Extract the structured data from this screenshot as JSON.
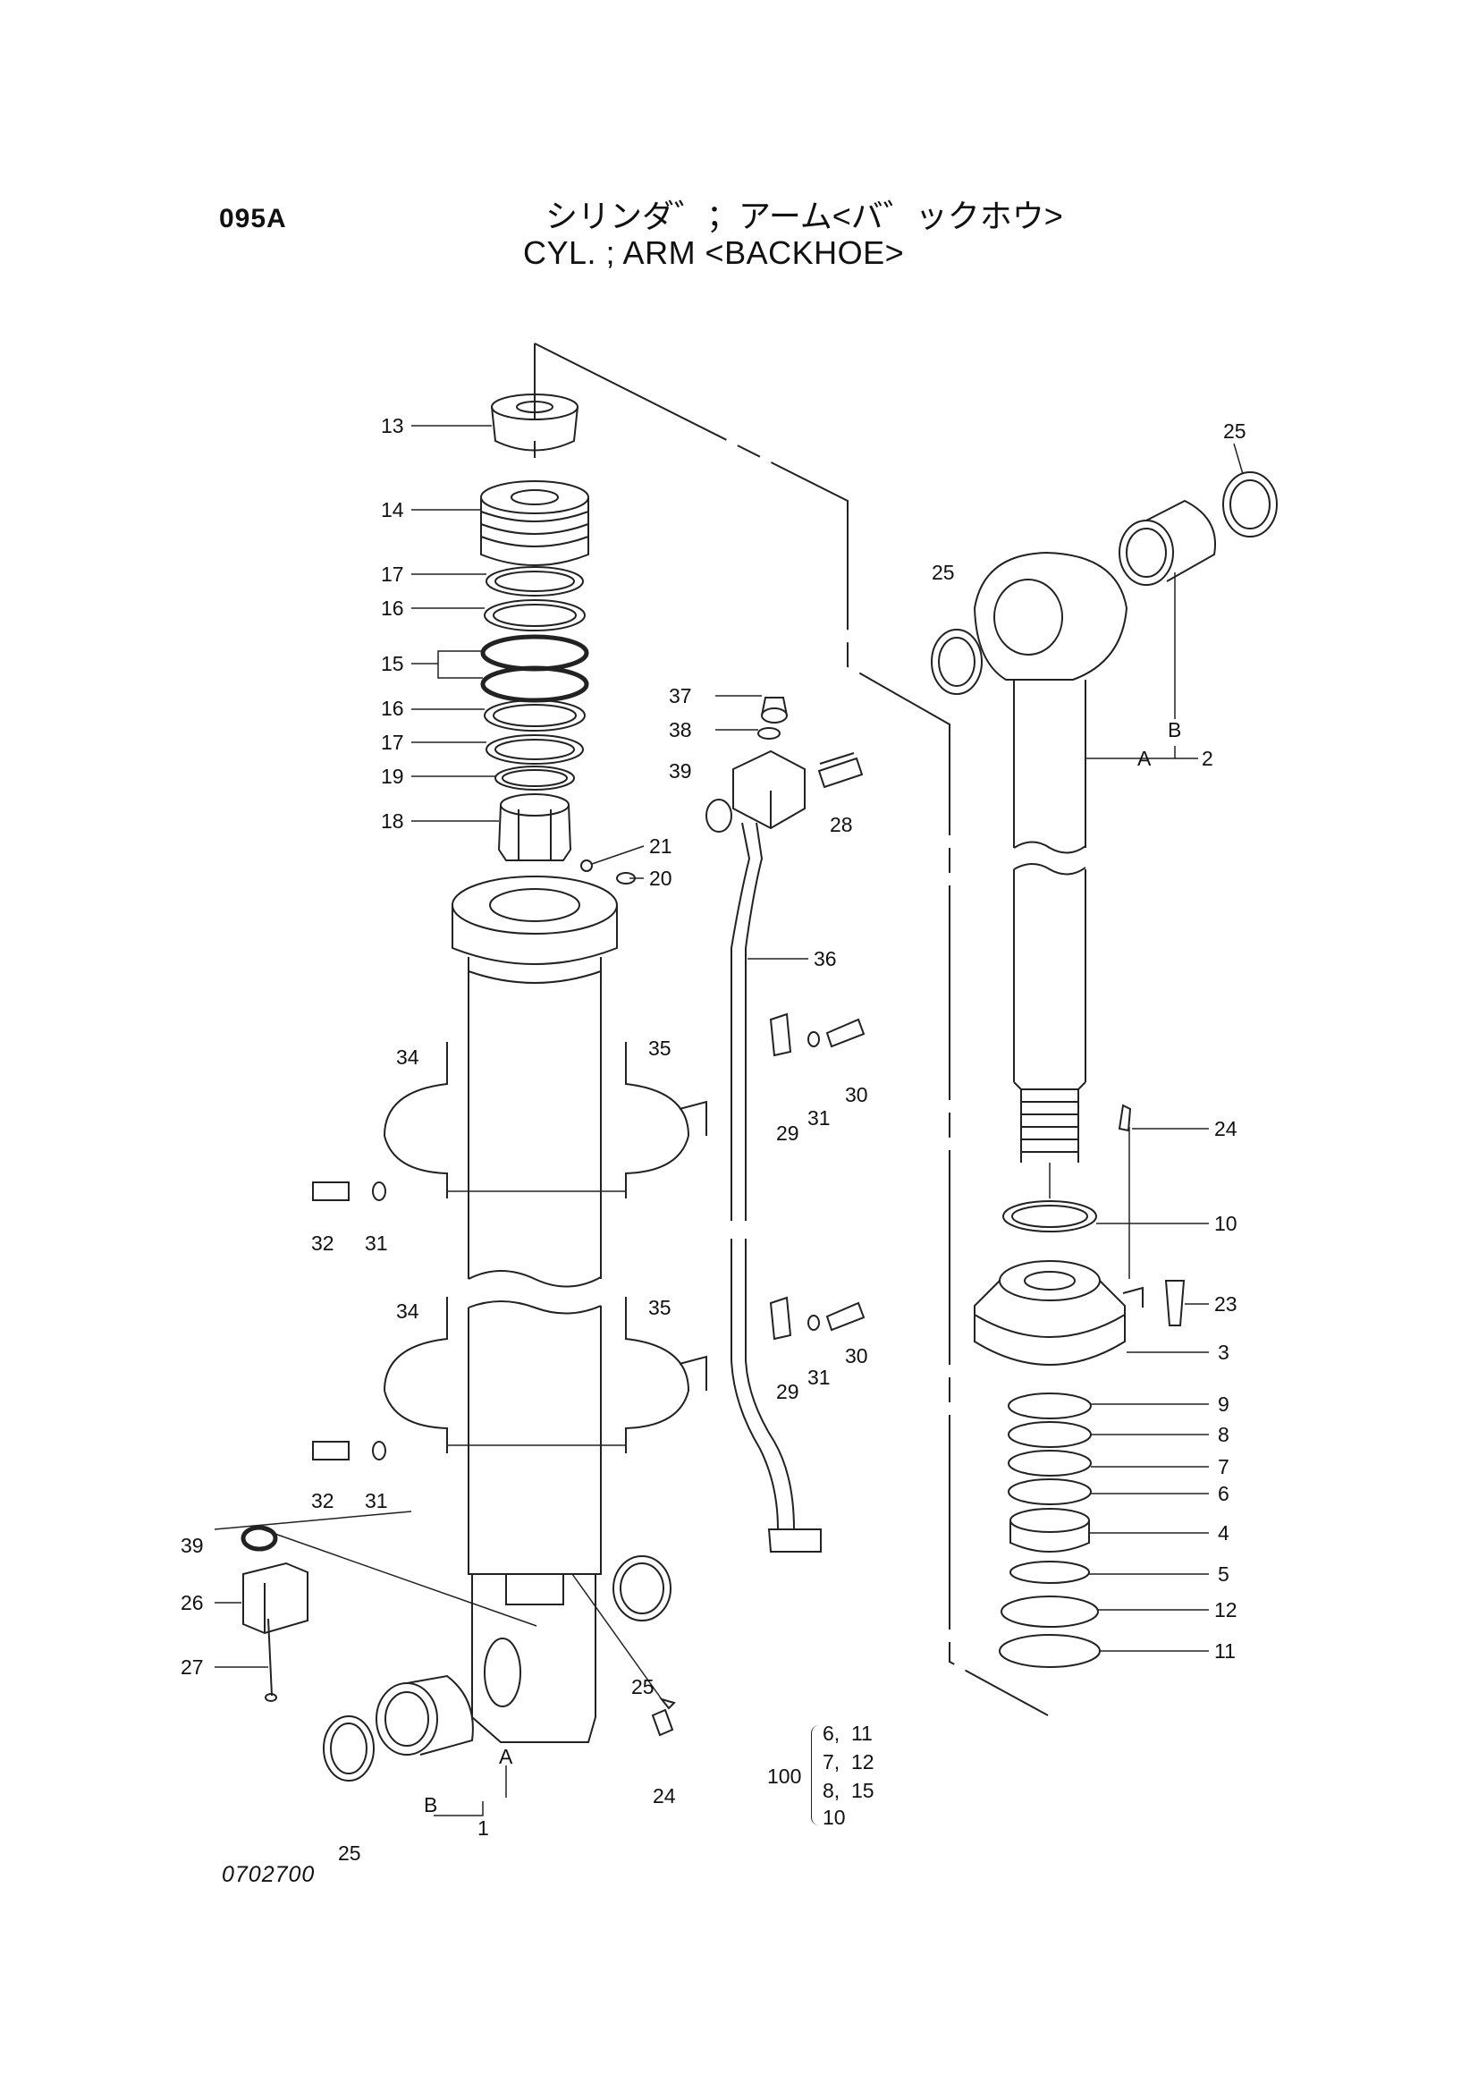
{
  "header": {
    "code": "095A",
    "title_jp": "シリンダ゛；アーム<バ゛ックホウ>",
    "title_en": "CYL. ; ARM <BACKHOE>"
  },
  "drawing_number": "0702700",
  "callouts": {
    "c1": "1",
    "c2": "2",
    "c3": "3",
    "c4": "4",
    "c5": "5",
    "c6": "6",
    "c7": "7",
    "c8": "8",
    "c9": "9",
    "c10": "10",
    "c11": "11",
    "c12": "12",
    "c13": "13",
    "c14": "14",
    "c15": "15",
    "c16": "16",
    "c17": "17",
    "c18": "18",
    "c19": "19",
    "c20": "20",
    "c21": "21",
    "c23": "23",
    "c24": "24",
    "c25": "25",
    "c26": "26",
    "c27": "27",
    "c28": "28",
    "c29": "29",
    "c30": "30",
    "c31": "31",
    "c32": "32",
    "c34": "34",
    "c35": "35",
    "c36": "36",
    "c37": "37",
    "c38": "38",
    "c39": "39",
    "A": "A",
    "B": "B"
  },
  "kit": {
    "number": "100",
    "rows": [
      "6,  11",
      "7,  12",
      "8,  15",
      "10"
    ]
  }
}
